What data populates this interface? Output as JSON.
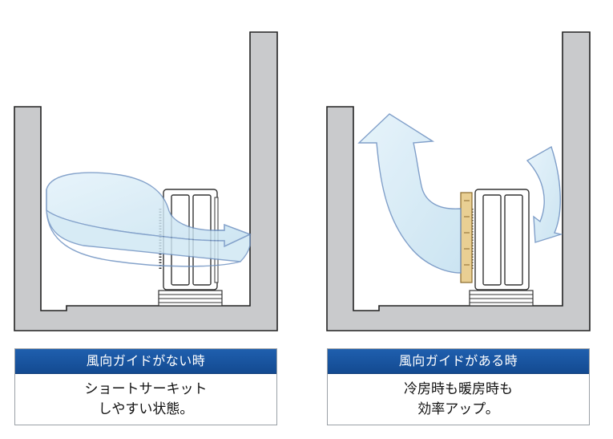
{
  "panels": [
    {
      "title": "風向ガイドがない時",
      "lines": [
        "ショートサーキット",
        "しやすい状態。"
      ],
      "guide": false
    },
    {
      "title": "風向ガイドがある時",
      "lines": [
        "冷房時も暖房時も",
        "効率アップ。"
      ],
      "guide": true
    }
  ],
  "colors": {
    "wall_fill": "#c9cacc",
    "wall_stroke": "#222222",
    "air_fill": "#cde6f3",
    "air_stroke": "#6b8fc0",
    "guide_fill": "#e9cf93",
    "header_blue": "#1a56a2"
  }
}
